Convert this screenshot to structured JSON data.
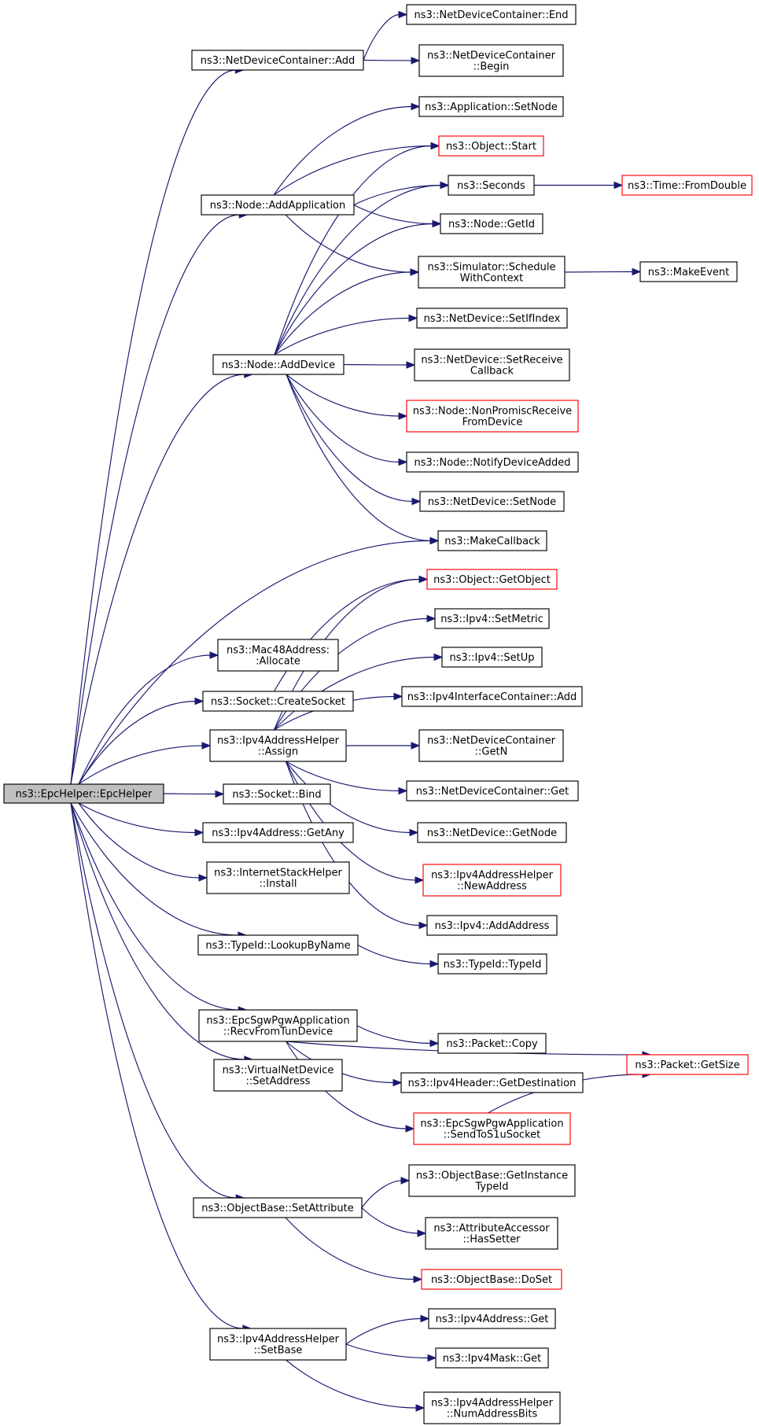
{
  "nodes": [
    {
      "id": "root",
      "lines": [
        "ns3::EpcHelper::EpcHelper"
      ],
      "style": "root"
    },
    {
      "id": "ndc_add",
      "lines": [
        "ns3::NetDeviceContainer::Add"
      ],
      "style": "normal"
    },
    {
      "id": "ndc_end",
      "lines": [
        "ns3::NetDeviceContainer::End"
      ],
      "style": "normal"
    },
    {
      "id": "ndc_begin",
      "lines": [
        "ns3::NetDeviceContainer",
        "::Begin"
      ],
      "style": "normal"
    },
    {
      "id": "app_setnode",
      "lines": [
        "ns3::Application::SetNode"
      ],
      "style": "normal"
    },
    {
      "id": "obj_start",
      "lines": [
        "ns3::Object::Start"
      ],
      "style": "red"
    },
    {
      "id": "node_addapp",
      "lines": [
        "ns3::Node::AddApplication"
      ],
      "style": "normal"
    },
    {
      "id": "seconds",
      "lines": [
        "ns3::Seconds"
      ],
      "style": "normal"
    },
    {
      "id": "time_fromdouble",
      "lines": [
        "ns3::Time::FromDouble"
      ],
      "style": "red"
    },
    {
      "id": "node_getid",
      "lines": [
        "ns3::Node::GetId"
      ],
      "style": "normal"
    },
    {
      "id": "sim_schedule",
      "lines": [
        "ns3::Simulator::Schedule",
        "WithContext"
      ],
      "style": "normal"
    },
    {
      "id": "makeevent",
      "lines": [
        "ns3::MakeEvent"
      ],
      "style": "normal"
    },
    {
      "id": "nd_setifindex",
      "lines": [
        "ns3::NetDevice::SetIfIndex"
      ],
      "style": "normal"
    },
    {
      "id": "node_adddevice",
      "lines": [
        "ns3::Node::AddDevice"
      ],
      "style": "normal"
    },
    {
      "id": "nd_setreceive",
      "lines": [
        "ns3::NetDevice::SetReceive",
        "Callback"
      ],
      "style": "normal"
    },
    {
      "id": "node_nonpromisc",
      "lines": [
        "ns3::Node::NonPromiscReceive",
        "FromDevice"
      ],
      "style": "red"
    },
    {
      "id": "node_notify",
      "lines": [
        "ns3::Node::NotifyDeviceAdded"
      ],
      "style": "normal"
    },
    {
      "id": "nd_setnode",
      "lines": [
        "ns3::NetDevice::SetNode"
      ],
      "style": "normal"
    },
    {
      "id": "makecallback",
      "lines": [
        "ns3::MakeCallback"
      ],
      "style": "normal"
    },
    {
      "id": "obj_getobject",
      "lines": [
        "ns3::Object::GetObject"
      ],
      "style": "red"
    },
    {
      "id": "ipv4_setmetric",
      "lines": [
        "ns3::Ipv4::SetMetric"
      ],
      "style": "normal"
    },
    {
      "id": "mac48_allocate",
      "lines": [
        "ns3::Mac48Address:",
        ":Allocate"
      ],
      "style": "normal"
    },
    {
      "id": "ipv4_setup",
      "lines": [
        "ns3::Ipv4::SetUp"
      ],
      "style": "normal"
    },
    {
      "id": "socket_create",
      "lines": [
        "ns3::Socket::CreateSocket"
      ],
      "style": "normal"
    },
    {
      "id": "ipv4ic_add",
      "lines": [
        "ns3::Ipv4InterfaceContainer::Add"
      ],
      "style": "normal"
    },
    {
      "id": "ipv4ah_assign",
      "lines": [
        "ns3::Ipv4AddressHelper",
        "::Assign"
      ],
      "style": "normal"
    },
    {
      "id": "ndc_getn",
      "lines": [
        "ns3::NetDeviceContainer",
        "::GetN"
      ],
      "style": "normal"
    },
    {
      "id": "ndc_get",
      "lines": [
        "ns3::NetDeviceContainer::Get"
      ],
      "style": "normal"
    },
    {
      "id": "socket_bind",
      "lines": [
        "ns3::Socket::Bind"
      ],
      "style": "normal"
    },
    {
      "id": "ipv4addr_getany",
      "lines": [
        "ns3::Ipv4Address::GetAny"
      ],
      "style": "normal"
    },
    {
      "id": "nd_getnode",
      "lines": [
        "ns3::NetDevice::GetNode"
      ],
      "style": "normal"
    },
    {
      "id": "ish_install",
      "lines": [
        "ns3::InternetStackHelper",
        "::Install"
      ],
      "style": "normal"
    },
    {
      "id": "ipv4ah_newaddress",
      "lines": [
        "ns3::Ipv4AddressHelper",
        "::NewAddress"
      ],
      "style": "red"
    },
    {
      "id": "ipv4_addaddress",
      "lines": [
        "ns3::Ipv4::AddAddress"
      ],
      "style": "normal"
    },
    {
      "id": "typeid_lookup",
      "lines": [
        "ns3::TypeId::LookupByName"
      ],
      "style": "normal"
    },
    {
      "id": "typeid_typeid",
      "lines": [
        "ns3::TypeId::TypeId"
      ],
      "style": "normal"
    },
    {
      "id": "epc_recv",
      "lines": [
        "ns3::EpcSgwPgwApplication",
        "::RecvFromTunDevice"
      ],
      "style": "normal"
    },
    {
      "id": "packet_copy",
      "lines": [
        "ns3::Packet::Copy"
      ],
      "style": "normal"
    },
    {
      "id": "packet_getsize",
      "lines": [
        "ns3::Packet::GetSize"
      ],
      "style": "red"
    },
    {
      "id": "vnd_setaddress",
      "lines": [
        "ns3::VirtualNetDevice",
        "::SetAddress"
      ],
      "style": "normal"
    },
    {
      "id": "ipv4h_getdest",
      "lines": [
        "ns3::Ipv4Header::GetDestination"
      ],
      "style": "normal"
    },
    {
      "id": "epc_sendto",
      "lines": [
        "ns3::EpcSgwPgwApplication",
        "::SendToS1uSocket"
      ],
      "style": "red"
    },
    {
      "id": "ob_getinstance",
      "lines": [
        "ns3::ObjectBase::GetInstance",
        "TypeId"
      ],
      "style": "normal"
    },
    {
      "id": "ob_setattribute",
      "lines": [
        "ns3::ObjectBase::SetAttribute"
      ],
      "style": "normal"
    },
    {
      "id": "aa_hassetter",
      "lines": [
        "ns3::AttributeAccessor",
        "::HasSetter"
      ],
      "style": "normal"
    },
    {
      "id": "ob_doset",
      "lines": [
        "ns3::ObjectBase::DoSet"
      ],
      "style": "red"
    },
    {
      "id": "ipv4addr_get",
      "lines": [
        "ns3::Ipv4Address::Get"
      ],
      "style": "normal"
    },
    {
      "id": "ipv4ah_setbase",
      "lines": [
        "ns3::Ipv4AddressHelper",
        "::SetBase"
      ],
      "style": "normal"
    },
    {
      "id": "ipv4mask_get",
      "lines": [
        "ns3::Ipv4Mask::Get"
      ],
      "style": "normal"
    },
    {
      "id": "ipv4ah_numbits",
      "lines": [
        "ns3::Ipv4AddressHelper",
        "::NumAddressBits"
      ],
      "style": "normal"
    }
  ],
  "edges": [
    [
      "root",
      "ndc_add"
    ],
    [
      "root",
      "node_addapp"
    ],
    [
      "root",
      "node_adddevice"
    ],
    [
      "root",
      "makecallback"
    ],
    [
      "root",
      "mac48_allocate"
    ],
    [
      "root",
      "socket_create"
    ],
    [
      "root",
      "ipv4ah_assign"
    ],
    [
      "root",
      "socket_bind"
    ],
    [
      "root",
      "ipv4addr_getany"
    ],
    [
      "root",
      "ish_install"
    ],
    [
      "root",
      "typeid_lookup"
    ],
    [
      "root",
      "epc_recv"
    ],
    [
      "root",
      "vnd_setaddress"
    ],
    [
      "root",
      "ob_setattribute"
    ],
    [
      "root",
      "ipv4ah_setbase"
    ],
    [
      "ndc_add",
      "ndc_end"
    ],
    [
      "ndc_add",
      "ndc_begin"
    ],
    [
      "node_addapp",
      "app_setnode"
    ],
    [
      "node_addapp",
      "obj_start"
    ],
    [
      "node_addapp",
      "seconds"
    ],
    [
      "node_addapp",
      "node_getid"
    ],
    [
      "node_addapp",
      "sim_schedule"
    ],
    [
      "seconds",
      "time_fromdouble"
    ],
    [
      "sim_schedule",
      "makeevent"
    ],
    [
      "node_adddevice",
      "obj_start"
    ],
    [
      "node_adddevice",
      "seconds"
    ],
    [
      "node_adddevice",
      "node_getid"
    ],
    [
      "node_adddevice",
      "sim_schedule"
    ],
    [
      "node_adddevice",
      "nd_setifindex"
    ],
    [
      "node_adddevice",
      "nd_setreceive"
    ],
    [
      "node_adddevice",
      "node_nonpromisc"
    ],
    [
      "node_adddevice",
      "node_notify"
    ],
    [
      "node_adddevice",
      "nd_setnode"
    ],
    [
      "node_adddevice",
      "makecallback"
    ],
    [
      "socket_create",
      "obj_getobject"
    ],
    [
      "ipv4ah_assign",
      "obj_getobject"
    ],
    [
      "ipv4ah_assign",
      "ipv4_setmetric"
    ],
    [
      "ipv4ah_assign",
      "ipv4_setup"
    ],
    [
      "ipv4ah_assign",
      "ipv4ic_add"
    ],
    [
      "ipv4ah_assign",
      "ndc_getn"
    ],
    [
      "ipv4ah_assign",
      "ndc_get"
    ],
    [
      "ipv4ah_assign",
      "nd_getnode"
    ],
    [
      "ipv4ah_assign",
      "ipv4ah_newaddress"
    ],
    [
      "ipv4ah_assign",
      "ipv4_addaddress"
    ],
    [
      "typeid_lookup",
      "typeid_typeid"
    ],
    [
      "epc_recv",
      "packet_getsize"
    ],
    [
      "epc_recv",
      "packet_copy"
    ],
    [
      "epc_recv",
      "ipv4h_getdest"
    ],
    [
      "epc_recv",
      "epc_sendto"
    ],
    [
      "epc_sendto",
      "packet_getsize"
    ],
    [
      "ob_setattribute",
      "ob_getinstance"
    ],
    [
      "ob_setattribute",
      "aa_hassetter"
    ],
    [
      "ob_setattribute",
      "ob_doset"
    ],
    [
      "ipv4ah_setbase",
      "ipv4addr_get"
    ],
    [
      "ipv4ah_setbase",
      "ipv4mask_get"
    ],
    [
      "ipv4ah_setbase",
      "ipv4ah_numbits"
    ]
  ]
}
